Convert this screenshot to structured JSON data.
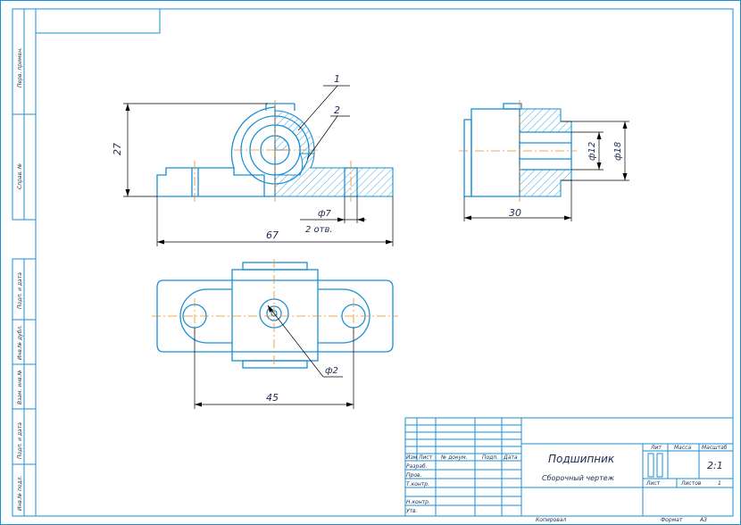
{
  "sheet": {
    "side_labels": [
      "Перв. примен.",
      "Справ. №",
      "Подп. и дата",
      "Инв.№ дубл.",
      "Взам. инв.№",
      "Подп. и дата",
      "Инв.№ подл."
    ],
    "dimensions": {
      "height_27": "27",
      "length_67": "67",
      "hole_d7": "ф7",
      "holes_count": "2 отв.",
      "width_30": "30",
      "d12": "ф12",
      "d18": "ф18",
      "spacing_45": "45",
      "d2": "ф2"
    },
    "leaders": {
      "item1": "1",
      "item2": "2"
    }
  },
  "title_block": {
    "product_name": "Подшипник",
    "doc_type": "Сборочный чертеж",
    "headers": {
      "izm": "Изм",
      "list": "Лист",
      "doc_no": "№ докум.",
      "sign": "Подп.",
      "date": "Дата"
    },
    "rows": [
      "Разраб.",
      "Пров.",
      "Т.контр.",
      "",
      "Н.контр.",
      "Утв."
    ],
    "lit": "Лит",
    "mass": "Масса",
    "scale": "Масштаб",
    "scale_value": "2:1",
    "sheet_label": "Лист",
    "sheets_label": "Листов",
    "sheets_value": "1",
    "copied": "Копировал",
    "format": "Формат",
    "format_value": "А3"
  }
}
